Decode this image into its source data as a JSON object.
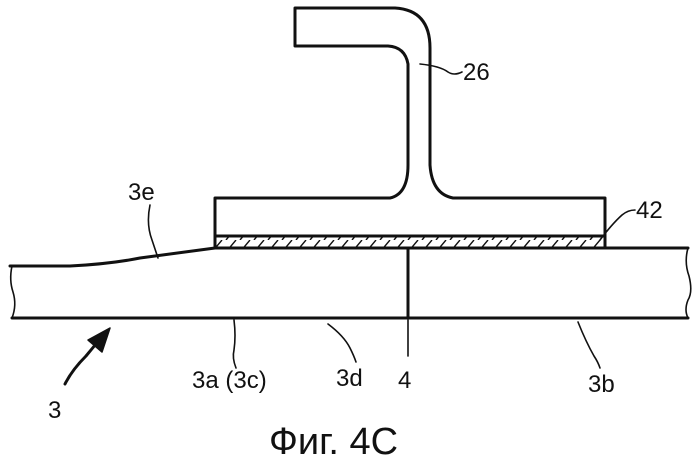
{
  "labels": {
    "ref_26": "26",
    "ref_42": "42",
    "ref_3e": "3e",
    "ref_3": "3",
    "ref_3a": "3a (3c)",
    "ref_3d": "3d",
    "ref_4": "4",
    "ref_3b": "3b"
  },
  "caption": "Фиг. 4C"
}
